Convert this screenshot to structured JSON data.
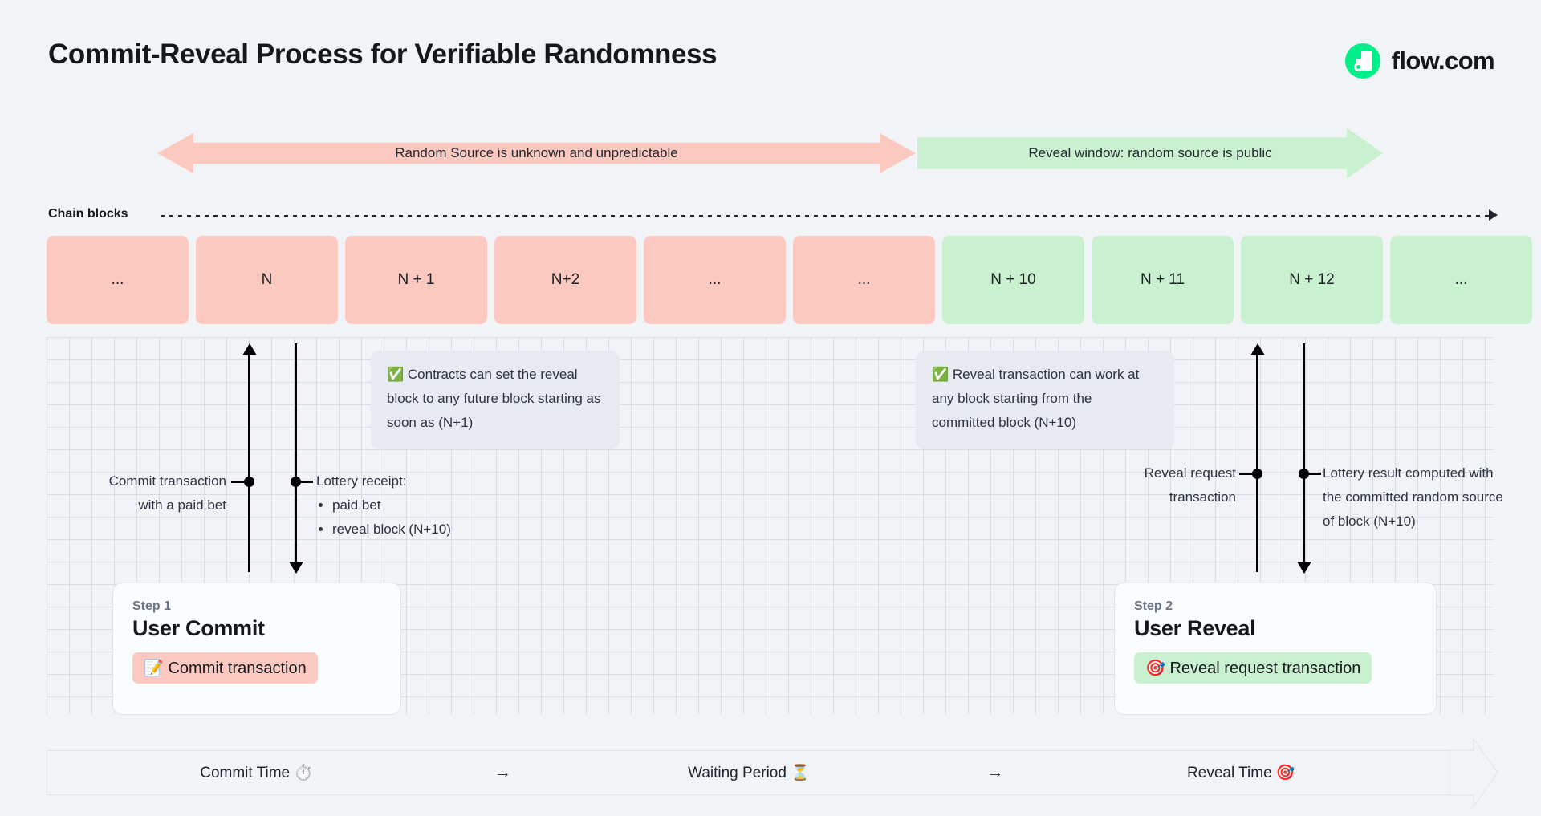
{
  "header": {
    "title": "Commit-Reveal Process for Verifiable Randomness",
    "brand_name": "flow.com",
    "brand_color": "#00ef8b"
  },
  "phases": [
    {
      "label": "Random Source is unknown and unpredictable",
      "color": "#fcc9c0",
      "direction": "bidirectional"
    },
    {
      "label": "Reveal window: random source is public",
      "color": "#c9f0cf",
      "direction": "right"
    }
  ],
  "chain": {
    "label": "Chain blocks",
    "blocks": [
      {
        "label": "...",
        "state": "committed"
      },
      {
        "label": "N",
        "state": "committed"
      },
      {
        "label": "N + 1",
        "state": "committed"
      },
      {
        "label": "N+2",
        "state": "committed"
      },
      {
        "label": "...",
        "state": "committed"
      },
      {
        "label": "...",
        "state": "committed"
      },
      {
        "label": "N + 10",
        "state": "revealed"
      },
      {
        "label": "N + 11",
        "state": "revealed"
      },
      {
        "label": "N + 12",
        "state": "revealed"
      },
      {
        "label": "...",
        "state": "revealed"
      }
    ]
  },
  "callouts": [
    {
      "icon": "✅",
      "text": "Contracts can set the reveal block to any future block starting as soon as (N+1)"
    },
    {
      "icon": "✅",
      "text": "Reveal transaction can work at any block starting from the committed block (N+10)"
    }
  ],
  "annotations": {
    "commit_tx": "Commit transaction\nwith a paid bet",
    "receipt_title": "Lottery receipt:",
    "receipt_items": [
      "paid bet",
      "reveal block (N+10)"
    ],
    "reveal_request": "Reveal request\ntransaction",
    "lottery_result": "Lottery result computed with the committed random source of block (N+10)"
  },
  "steps": [
    {
      "step": "Step 1",
      "title": "User Commit",
      "badge_icon": "📝",
      "badge_label": "Commit transaction",
      "badge_color": "#fcc9c0"
    },
    {
      "step": "Step 2",
      "title": "User Reveal",
      "badge_icon": "🎯",
      "badge_label": "Reveal request transaction",
      "badge_color": "#c9f0cf"
    }
  ],
  "timeline": {
    "cells": [
      "Commit Time ⏱️",
      "Waiting Period ⏳",
      "Reveal Time 🎯"
    ],
    "separator": "→"
  }
}
